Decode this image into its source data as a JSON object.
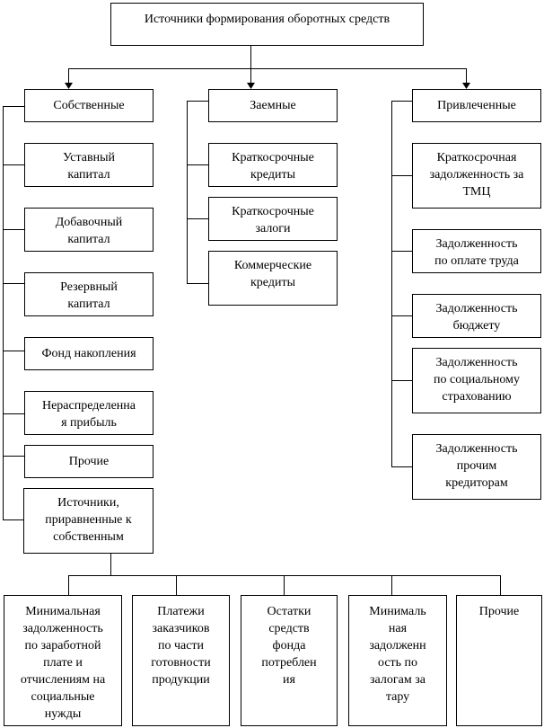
{
  "root": {
    "label": "Источники формирования оборотных средств"
  },
  "columns": [
    {
      "header": "Собственные",
      "items": [
        "Уставный\nкапитал",
        "Добавочный\nкапитал",
        "Резервный\nкапитал",
        "Фонд накопления",
        "Нераспределенна\nя прибыль",
        "Прочие",
        "Источники,\nприравненные к\nсобственным"
      ]
    },
    {
      "header": "Заемные",
      "items": [
        "Краткосрочные\nкредиты",
        "Краткосрочные\nзалоги",
        "Коммерческие\nкредиты"
      ]
    },
    {
      "header": "Привлеченные",
      "items": [
        "Краткосрочная\nзадолженность за\nТМЦ",
        "Задолженность\nпо оплате труда",
        "Задолженность\nбюджету",
        "Задолженность\nпо социальному\nстрахованию",
        "Задолженность\nпрочим\nкредиторам"
      ]
    }
  ],
  "equivalent_sources": [
    "Минимальная\nзадолженность\nпо заработной\nплате и\nотчислениям на\nсоциальные\nнужды",
    "Платежи\nзаказчиков\nпо части\nготовности\nпродукции",
    "Остатки\nсредств\nфонда\nпотреблен\nия",
    "Минималь\nная\nзадолженн\nость по\nзалогам за\nтару",
    "Прочие"
  ]
}
